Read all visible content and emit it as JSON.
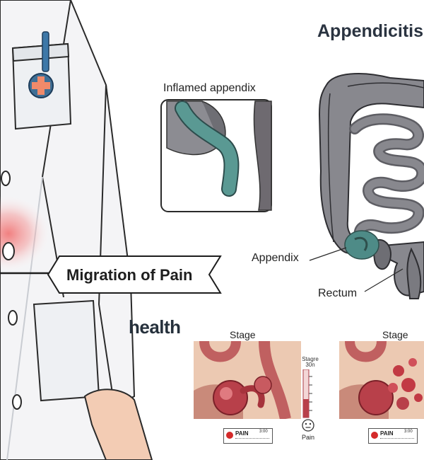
{
  "title": "Appendicitis",
  "inset": {
    "label": "Inflamed appendix"
  },
  "labels": {
    "appendix": "Appendix",
    "rectum": "Rectum",
    "brand": "health"
  },
  "banner": {
    "text": "Migration of Pain"
  },
  "stages": [
    {
      "title": "Stage",
      "pain_label": "PAIN",
      "pain_value": "3:00"
    },
    {
      "title": "Stage",
      "pain_label": "PAIN",
      "pain_value": "3:00"
    }
  ],
  "scale": {
    "title_line1": "Stagre",
    "title_line2": "30n",
    "label": "Pain"
  },
  "colors": {
    "intestine": "#7a7a80",
    "appendix_highlight": "#4e8b87",
    "pain_glow": "#f06b6b",
    "tissue": "#e9c9b3",
    "inflammation": "#b8404a"
  }
}
